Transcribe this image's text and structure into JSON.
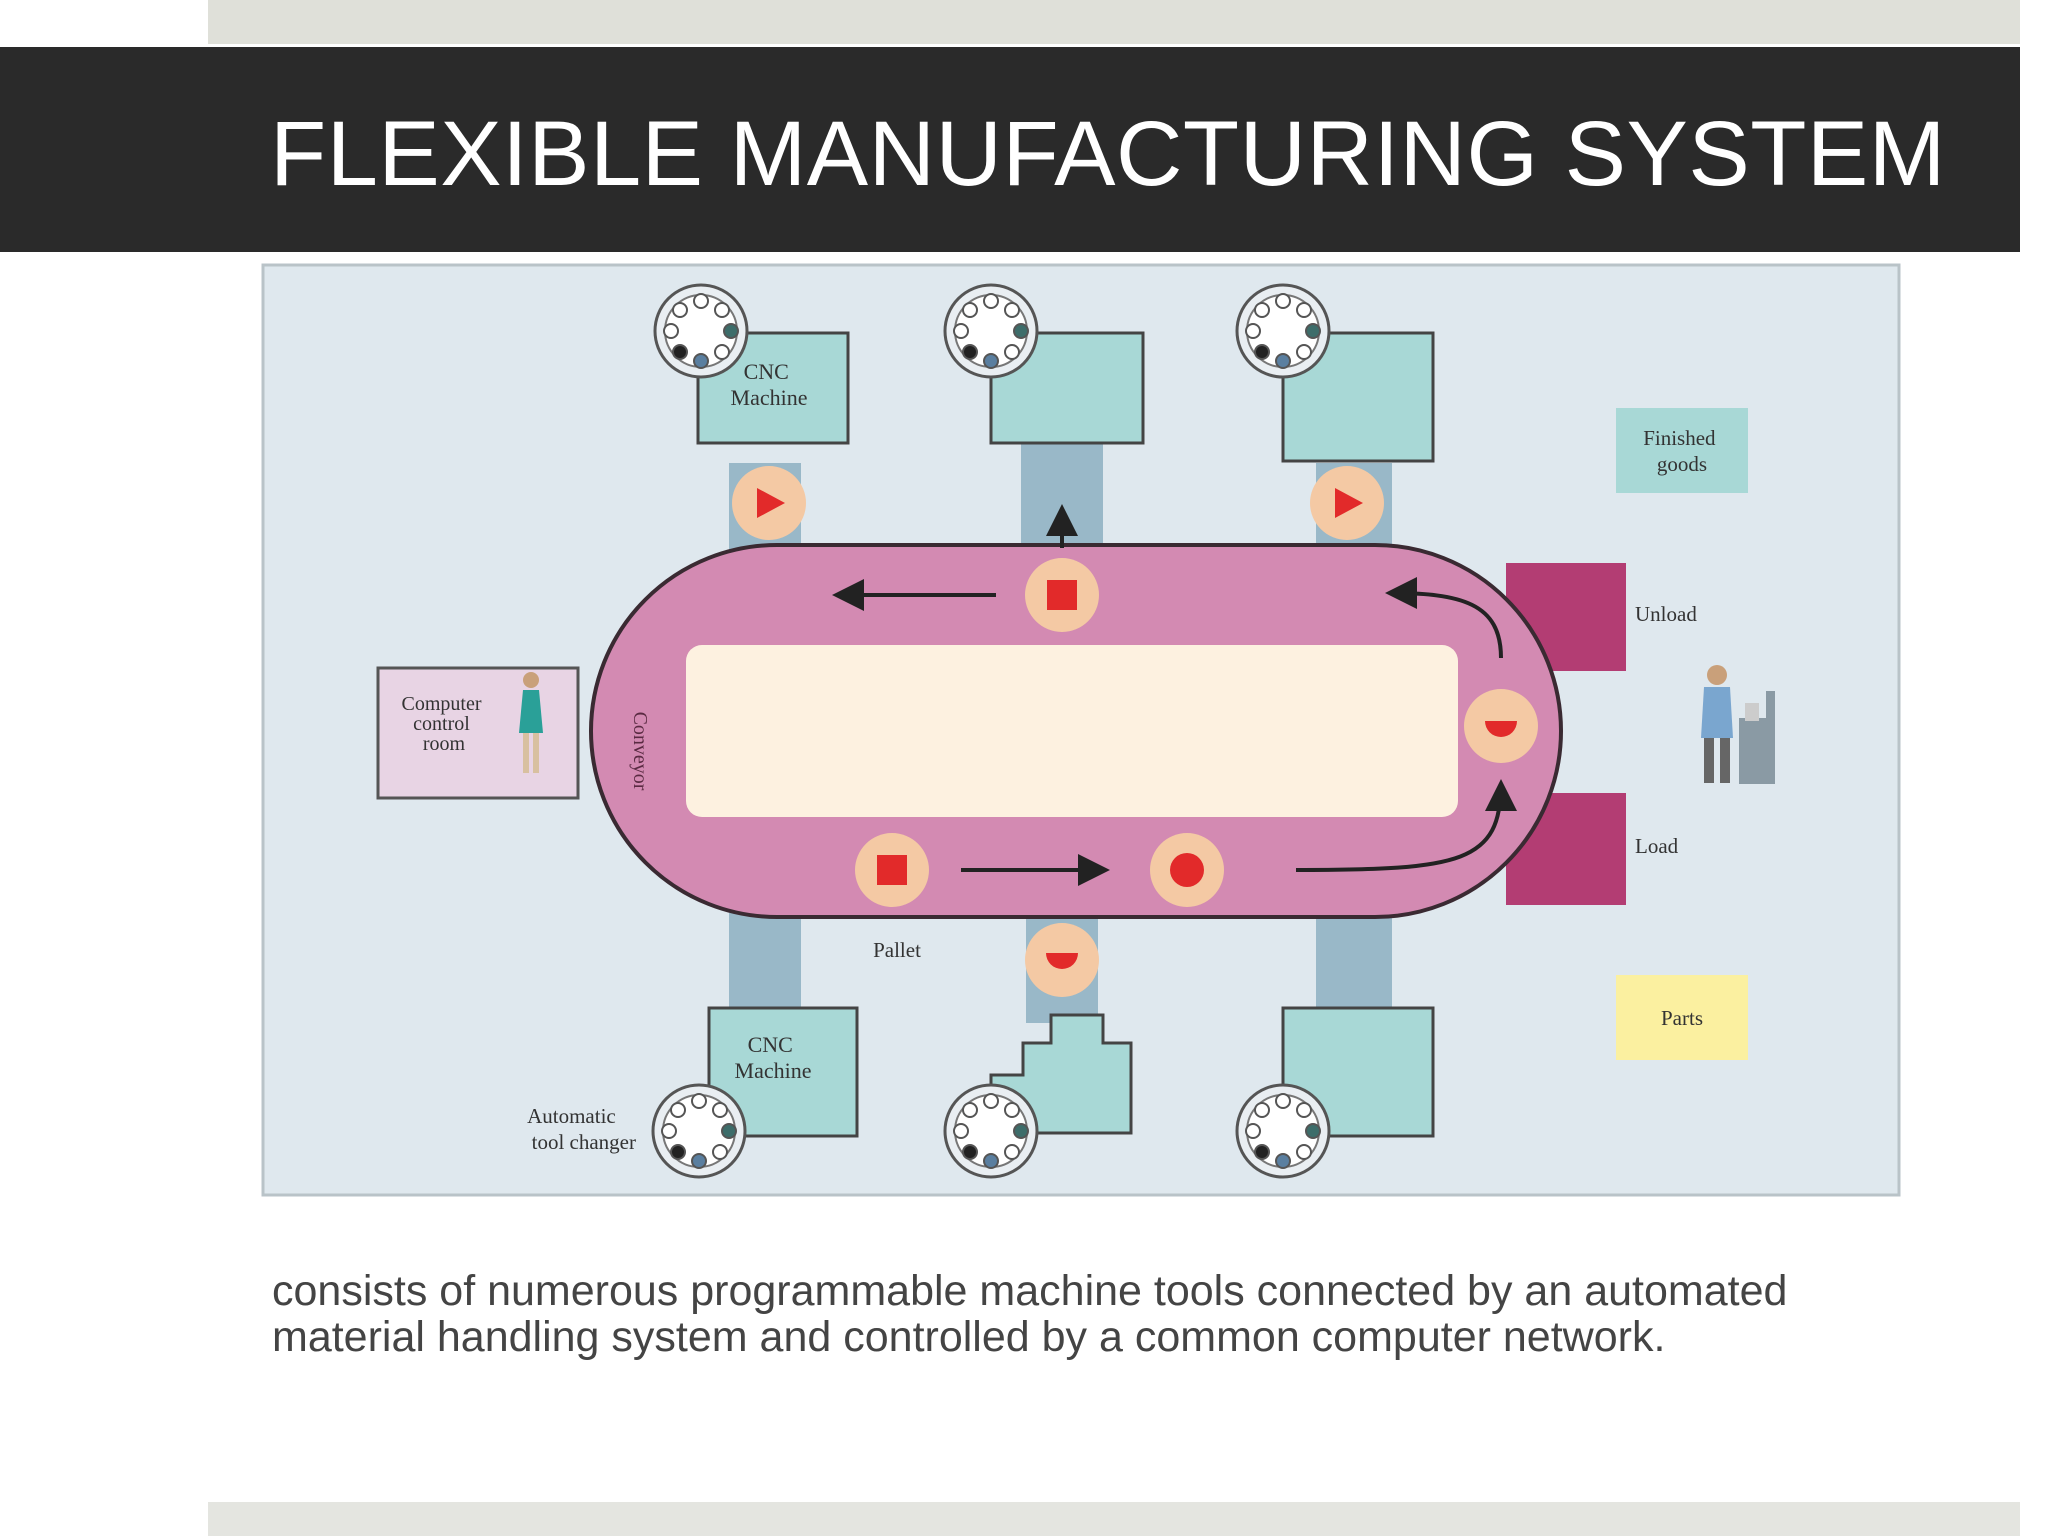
{
  "slide": {
    "title": "FLEXIBLE MANUFACTURING SYSTEM",
    "caption_lines": [
      "consists of numerous programmable machine tools connected by an automated",
      "material handling system and controlled by a common computer network."
    ]
  },
  "diagram": {
    "labels": {
      "cnc_machine_top": [
        "CNC",
        "Machine"
      ],
      "cnc_machine_bottom": [
        "CNC",
        "Machine"
      ],
      "finished_goods": [
        "Finished",
        "goods"
      ],
      "unload": "Unload",
      "load": "Load",
      "computer_control_room": [
        "Computer",
        "control",
        "room"
      ],
      "conveyor": "Conveyor",
      "pallet": "Pallet",
      "parts": "Parts",
      "automatic_tool_changer": [
        "Automatic",
        "tool changer"
      ]
    },
    "colors": {
      "background": "#dfe8ee",
      "conveyor": "#d38ab2",
      "conveyor_inner": "#fdf1e0",
      "machine": "#a8d8d6",
      "connector": "#99b8c8",
      "pallet_bg": "#f4c9a4",
      "part": "#e22a2a",
      "load_station": "#b33d73",
      "finished_goods": "#a8d8d6",
      "parts_box": "#fbf0a0",
      "control_room": "#e8d4e4"
    },
    "icons": [
      "tool-changer-icon",
      "operator-icon",
      "worker-icon",
      "cart-icon"
    ]
  }
}
